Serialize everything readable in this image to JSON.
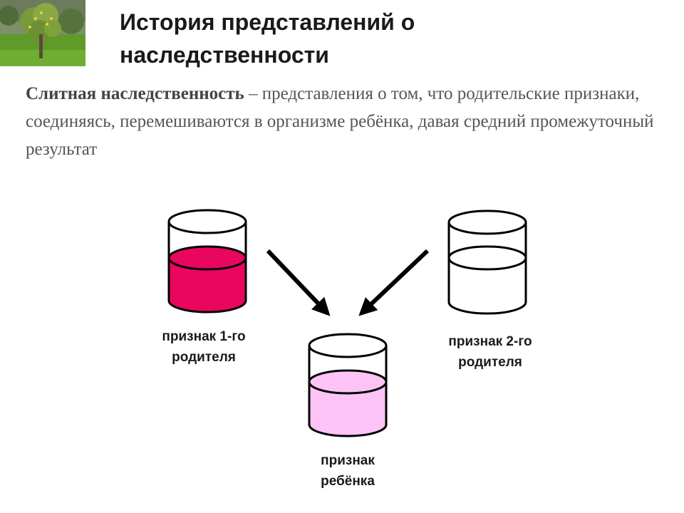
{
  "title": {
    "line1": "История представлений о",
    "line2": "наследственности"
  },
  "definition": {
    "term": "Слитная наследственность",
    "text": " – представления о том, что родительские признаки, соединяясь, перемешиваются в организме ребёнка, давая средний промежуточный результат"
  },
  "diagram": {
    "parent1": {
      "line1": "признак 1-го",
      "line2": "родителя",
      "fill_color": "#e8065f"
    },
    "parent2": {
      "line1": "признак 2-го",
      "line2": "родителя",
      "fill_color": "#ffffff"
    },
    "child": {
      "line1": "признак",
      "line2": "ребёнка",
      "fill_color": "#fdc3f6"
    }
  }
}
